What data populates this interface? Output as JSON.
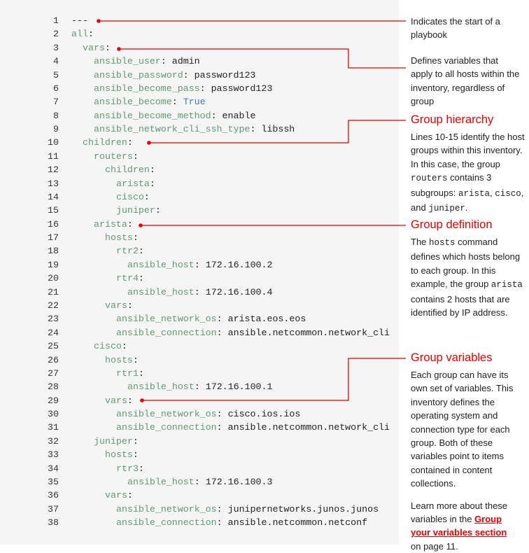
{
  "code_lines": [
    {
      "n": "1",
      "indent": 0,
      "key": "---",
      "val": "",
      "raw": true
    },
    {
      "n": "2",
      "indent": 0,
      "key": "all",
      "val": ""
    },
    {
      "n": "3",
      "indent": 1,
      "key": "vars",
      "val": ""
    },
    {
      "n": "4",
      "indent": 2,
      "key": "ansible_user",
      "val": "admin"
    },
    {
      "n": "5",
      "indent": 2,
      "key": "ansible_password",
      "val": "password123"
    },
    {
      "n": "6",
      "indent": 2,
      "key": "ansible_become_pass",
      "val": "password123"
    },
    {
      "n": "7",
      "indent": 2,
      "key": "ansible_become",
      "val": "True",
      "bool": true
    },
    {
      "n": "8",
      "indent": 2,
      "key": "ansible_become_method",
      "val": "enable"
    },
    {
      "n": "9",
      "indent": 2,
      "key": "ansible_network_cli_ssh_type",
      "val": "libssh"
    },
    {
      "n": "10",
      "indent": 1,
      "key": "children",
      "val": ""
    },
    {
      "n": "11",
      "indent": 2,
      "key": "routers",
      "val": ""
    },
    {
      "n": "12",
      "indent": 3,
      "key": "children",
      "val": ""
    },
    {
      "n": "13",
      "indent": 4,
      "key": "arista",
      "val": ""
    },
    {
      "n": "14",
      "indent": 4,
      "key": "cisco",
      "val": ""
    },
    {
      "n": "15",
      "indent": 4,
      "key": "juniper",
      "val": ""
    },
    {
      "n": "16",
      "indent": 2,
      "key": "arista",
      "val": ""
    },
    {
      "n": "17",
      "indent": 3,
      "key": "hosts",
      "val": ""
    },
    {
      "n": "18",
      "indent": 4,
      "key": "rtr2",
      "val": ""
    },
    {
      "n": "19",
      "indent": 5,
      "key": "ansible_host",
      "val": "172.16.100.2"
    },
    {
      "n": "20",
      "indent": 4,
      "key": "rtr4",
      "val": ""
    },
    {
      "n": "21",
      "indent": 5,
      "key": "ansible_host",
      "val": "172.16.100.4"
    },
    {
      "n": "22",
      "indent": 3,
      "key": "vars",
      "val": ""
    },
    {
      "n": "23",
      "indent": 4,
      "key": "ansible_network_os",
      "val": "arista.eos.eos"
    },
    {
      "n": "24",
      "indent": 4,
      "key": "ansible_connection",
      "val": "ansible.netcommon.network_cli"
    },
    {
      "n": "25",
      "indent": 2,
      "key": "cisco",
      "val": ""
    },
    {
      "n": "26",
      "indent": 3,
      "key": "hosts",
      "val": ""
    },
    {
      "n": "27",
      "indent": 4,
      "key": "rtr1",
      "val": ""
    },
    {
      "n": "28",
      "indent": 5,
      "key": "ansible_host",
      "val": "172.16.100.1"
    },
    {
      "n": "29",
      "indent": 3,
      "key": "vars",
      "val": ""
    },
    {
      "n": "30",
      "indent": 4,
      "key": "ansible_network_os",
      "val": "cisco.ios.ios"
    },
    {
      "n": "31",
      "indent": 4,
      "key": "ansible_connection",
      "val": "ansible.netcommon.network_cli"
    },
    {
      "n": "32",
      "indent": 2,
      "key": "juniper",
      "val": ""
    },
    {
      "n": "33",
      "indent": 3,
      "key": "hosts",
      "val": ""
    },
    {
      "n": "34",
      "indent": 4,
      "key": "rtr3",
      "val": ""
    },
    {
      "n": "35",
      "indent": 5,
      "key": "ansible_host",
      "val": "172.16.100.3"
    },
    {
      "n": "36",
      "indent": 3,
      "key": "vars",
      "val": ""
    },
    {
      "n": "37",
      "indent": 4,
      "key": "ansible_network_os",
      "val": "junipernetworks.junos.junos"
    },
    {
      "n": "38",
      "indent": 4,
      "key": "ansible_connection",
      "val": "ansible.netcommon.netconf"
    }
  ],
  "notes": {
    "start": "Indicates the start of a playbook",
    "vars": "Defines variables that apply to all hosts within the inventory, regardless of group",
    "hierarchy": {
      "title": "Group hierarchy",
      "t1": "Lines 10-15 identify the host groups within this inventory. In this case, the group ",
      "c1": "routers",
      "t2": " contains 3 subgroups: ",
      "c2": "arista",
      "t3": ", ",
      "c3": "cisco",
      "t4": ", and ",
      "c4": "juniper",
      "t5": "."
    },
    "definition": {
      "title": "Group definition",
      "t1": "The ",
      "c1": "hosts",
      "t2": " command defines which hosts belong to each group. In this example, the group ",
      "c2": "arista",
      "t3": " contains 2 hosts that are identified by IP address."
    },
    "variables": {
      "title": "Group variables",
      "body": "Each group can have its own set of variables. This inventory defines the operating system and connection type for each group. Both of these variables point to items contained in content collections.",
      "more_pre": "Learn more about these variables in the ",
      "link": "Group your variables section",
      "more_post": " on page 11."
    }
  },
  "colors": {
    "accent": "#ee0000",
    "key": "#5e9a72",
    "bool": "#3a76c8"
  }
}
